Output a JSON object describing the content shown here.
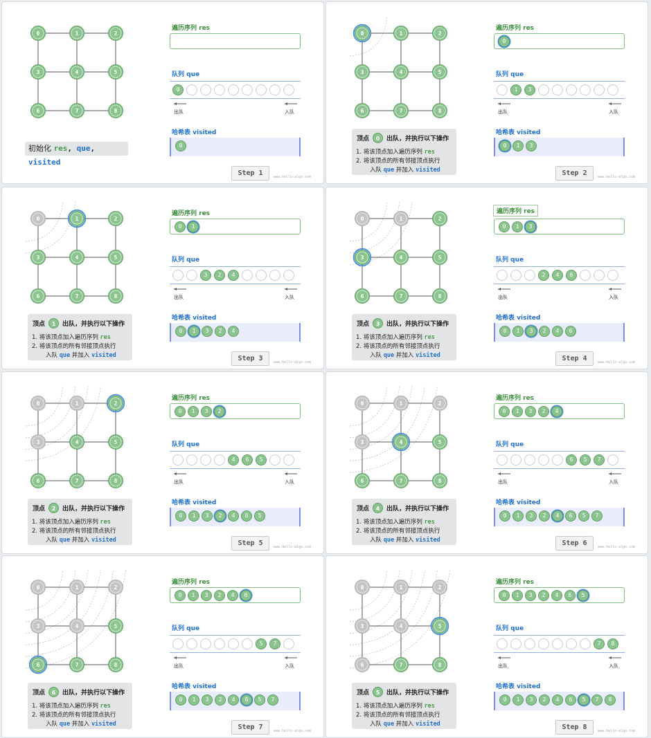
{
  "labels": {
    "res_title": "遍历序列 res",
    "que_title": "队列 que",
    "visited_title": "哈希表 visited",
    "dequeue": "出队",
    "enqueue": "入队",
    "watermark": "www.hello-algo.com",
    "init_prefix": "初始化 ",
    "init_res": "res",
    "init_sep1": ", ",
    "init_que": "que",
    "init_sep2": ", ",
    "init_visited": "visited",
    "cap_title_a": "顶点",
    "cap_title_b": "出队，并执行以下操作",
    "cap_line1_a": "1. 将该顶点加入遍历序列 ",
    "cap_line1_b": "res",
    "cap_line2": "2. 将该顶点的所有邻接顶点执行",
    "cap_line3_a": "入队 ",
    "cap_line3_b": "que",
    "cap_line3_c": " 并加入 ",
    "cap_line3_d": "visited"
  },
  "colors": {
    "node_green": "#8bc48e",
    "node_gray": "#c4c4c4",
    "highlight_blue": "#4a90d9",
    "res_green": "#4a9a4a",
    "que_blue": "#1e6fd1"
  },
  "graph": {
    "nodes": [
      "0",
      "1",
      "2",
      "3",
      "4",
      "5",
      "6",
      "7",
      "8"
    ],
    "edges": [
      [
        0,
        1
      ],
      [
        1,
        2
      ],
      [
        3,
        4
      ],
      [
        4,
        5
      ],
      [
        6,
        7
      ],
      [
        7,
        8
      ],
      [
        0,
        3
      ],
      [
        3,
        6
      ],
      [
        1,
        4
      ],
      [
        4,
        7
      ],
      [
        2,
        5
      ],
      [
        5,
        8
      ]
    ]
  },
  "steps": [
    {
      "label": "Step 1",
      "current": null,
      "res": [],
      "queue": [
        0
      ],
      "visited": [
        0
      ],
      "gray": [],
      "res_title_boxed": false
    },
    {
      "label": "Step 2",
      "current": 0,
      "res": [
        0
      ],
      "queue": [
        1,
        3
      ],
      "visited": [
        0,
        1,
        3
      ],
      "gray": [],
      "res_title_boxed": false
    },
    {
      "label": "Step 3",
      "current": 1,
      "res": [
        0,
        1
      ],
      "queue": [
        3,
        2,
        4
      ],
      "visited": [
        0,
        1,
        3,
        2,
        4
      ],
      "gray": [
        0
      ],
      "res_title_boxed": false
    },
    {
      "label": "Step 4",
      "current": 3,
      "res": [
        0,
        1,
        3
      ],
      "queue": [
        2,
        4,
        6
      ],
      "visited": [
        0,
        1,
        3,
        2,
        4,
        6
      ],
      "gray": [
        0,
        1
      ],
      "res_title_boxed": true
    },
    {
      "label": "Step 5",
      "current": 2,
      "res": [
        0,
        1,
        3,
        2
      ],
      "queue": [
        4,
        6,
        5
      ],
      "visited": [
        0,
        1,
        3,
        2,
        4,
        6,
        5
      ],
      "gray": [
        0,
        1,
        3
      ],
      "res_title_boxed": false
    },
    {
      "label": "Step 6",
      "current": 4,
      "res": [
        0,
        1,
        3,
        2,
        4
      ],
      "queue": [
        6,
        5,
        7
      ],
      "visited": [
        0,
        1,
        3,
        2,
        4,
        6,
        5,
        7
      ],
      "gray": [
        0,
        1,
        2,
        3
      ],
      "res_title_boxed": false
    },
    {
      "label": "Step 7",
      "current": 6,
      "res": [
        0,
        1,
        3,
        2,
        4,
        6
      ],
      "queue": [
        5,
        7
      ],
      "visited": [
        0,
        1,
        3,
        2,
        4,
        6,
        5,
        7
      ],
      "gray": [
        0,
        1,
        2,
        3,
        4
      ],
      "res_title_boxed": false
    },
    {
      "label": "Step 8",
      "current": 5,
      "res": [
        0,
        1,
        3,
        2,
        4,
        6,
        5
      ],
      "queue": [
        7,
        8
      ],
      "visited": [
        0,
        1,
        3,
        2,
        4,
        6,
        5,
        7,
        8
      ],
      "gray": [
        0,
        1,
        2,
        3,
        4,
        6
      ],
      "res_title_boxed": false
    }
  ]
}
